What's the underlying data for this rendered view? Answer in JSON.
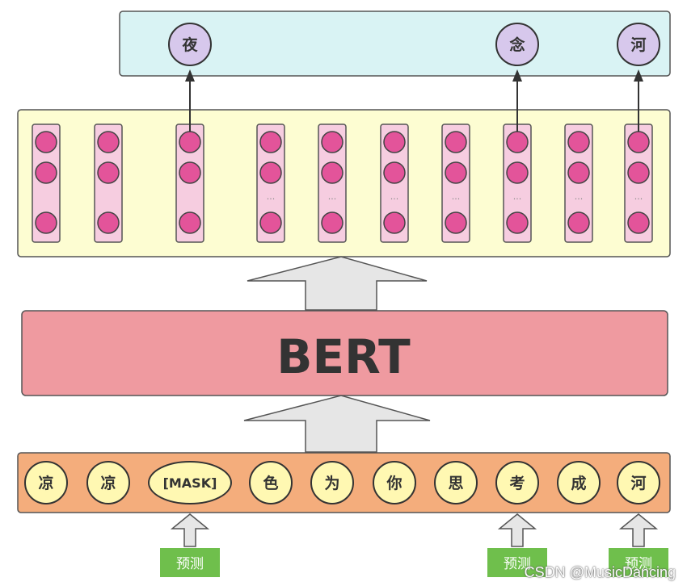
{
  "colors": {
    "output_bg": "#d9f3f4",
    "hidden_bg": "#fdfdd2",
    "bert_bg": "#ef9aa0",
    "input_bg": "#f4ad7c",
    "token_bg": "#fff8b2",
    "token_stroke": "#333333",
    "output_token_bg": "#d7c8ec",
    "col_bg": "#f6cde0",
    "circle": "#e3549a",
    "arrow_fill": "#e6e6e6",
    "label_bg": "#6fbf4c"
  },
  "bert_label": "BERT",
  "outputs": [
    {
      "char": "夜",
      "col": 2
    },
    {
      "char": "念",
      "col": 7
    },
    {
      "char": "河",
      "col": 9
    }
  ],
  "hidden": {
    "ellipsis": "···",
    "ellipsis_cols": [
      3,
      4,
      5,
      6,
      7,
      8,
      9
    ]
  },
  "inputs": [
    "凉",
    "凉",
    "[MASK]",
    "色",
    "为",
    "你",
    "思",
    "考",
    "成",
    "河"
  ],
  "predict_label": "预测",
  "predict_cols": [
    2,
    7,
    9
  ],
  "watermark": "CSDN @MusicDancing"
}
